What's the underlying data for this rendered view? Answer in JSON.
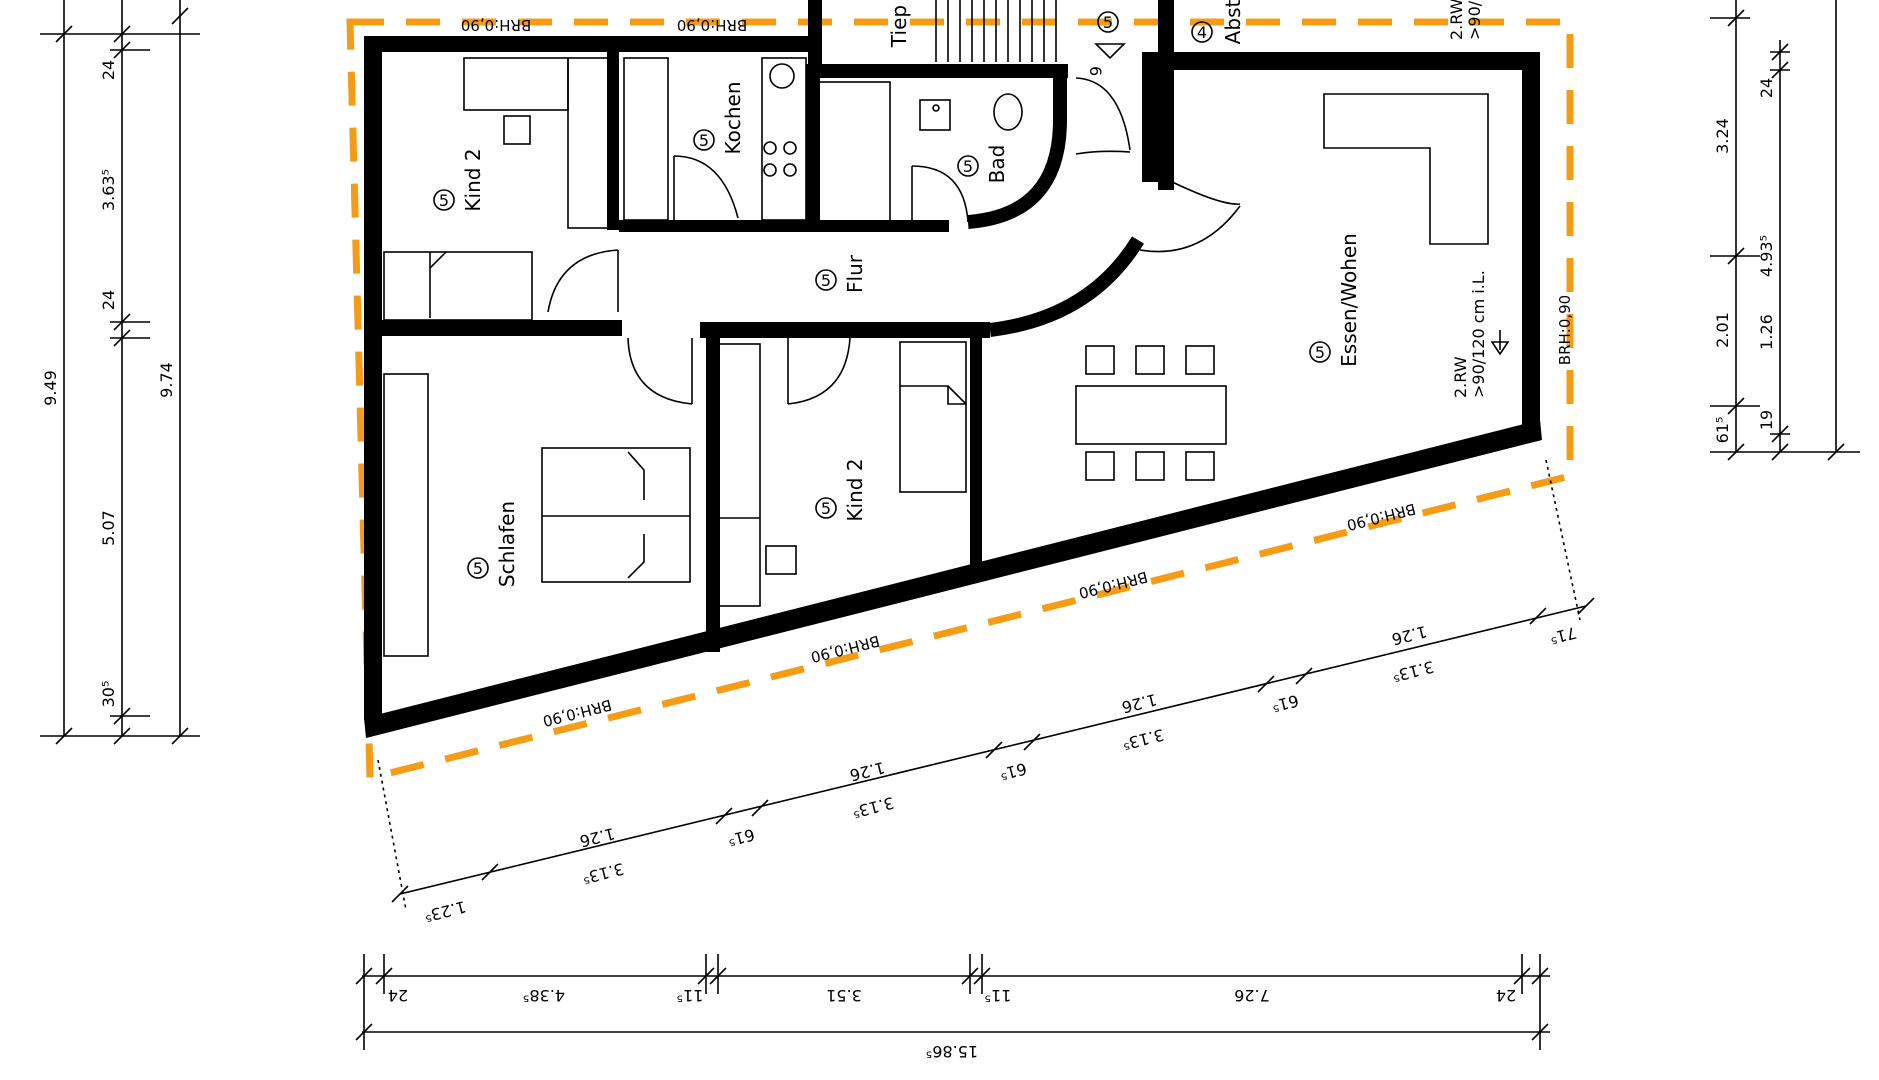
{
  "plan": {
    "border_color": "#f59c17",
    "rooms": {
      "kind2_top": "Kind 2",
      "kochen": "Kochen",
      "bad": "Bad",
      "flur": "Flur",
      "essen_wohen": "Essen/Wohen",
      "schlafen": "Schlafen",
      "kind2_bottom": "Kind 2",
      "tiep": "Tiep",
      "abst": "Abst"
    },
    "room_marker": "5",
    "room_marker_abst": "4",
    "window_labels": {
      "top_left": "BRH:0,90",
      "top_mid": "BRH:0,90",
      "right": "BRH:0,90",
      "bottom_1": "BRH:0,90",
      "bottom_2": "BRH:0,90",
      "bottom_3": "BRH:0,90",
      "bottom_4": "BRH:0,90"
    },
    "notes": {
      "rw_line1": "2.RW",
      "rw_line2": ">90/120 cm i.L.",
      "rw_top_line1": "2.RW",
      "rw_top_line2": ">90/",
      "stair_mark": "6"
    },
    "left_dims": {
      "d24a": "24",
      "d363": "3.63⁵",
      "d24b": "24",
      "d507": "5.07",
      "d305": "30⁵",
      "d949": "9.49",
      "d974": "9.74"
    },
    "right_dims": {
      "d24": "24",
      "d324": "3.24",
      "d4935": "4.93⁵",
      "d201": "2.01",
      "d126": "1.26",
      "d615": "61⁵",
      "d19": "19"
    },
    "bottom_dims": {
      "d24a": "24",
      "d4385": "4.38⁵",
      "d115a": "11⁵",
      "d351": "3.51",
      "d115b": "11⁵",
      "d726": "7.26",
      "d24b": "24",
      "d15865": "15.86⁵"
    },
    "diag_dims": {
      "d1235": "1.23⁵",
      "d3135a": "3.13⁵",
      "d126a": "1.26",
      "d615a": "61⁵",
      "d3135b": "3.13⁵",
      "d126b": "1.26",
      "d615b": "61⁵",
      "d3135c": "3.13⁵",
      "d126c": "1.26",
      "d615c": "61⁵",
      "d3135d": "3.13⁵",
      "d126d": "1.26",
      "d715": "71⁵"
    }
  }
}
